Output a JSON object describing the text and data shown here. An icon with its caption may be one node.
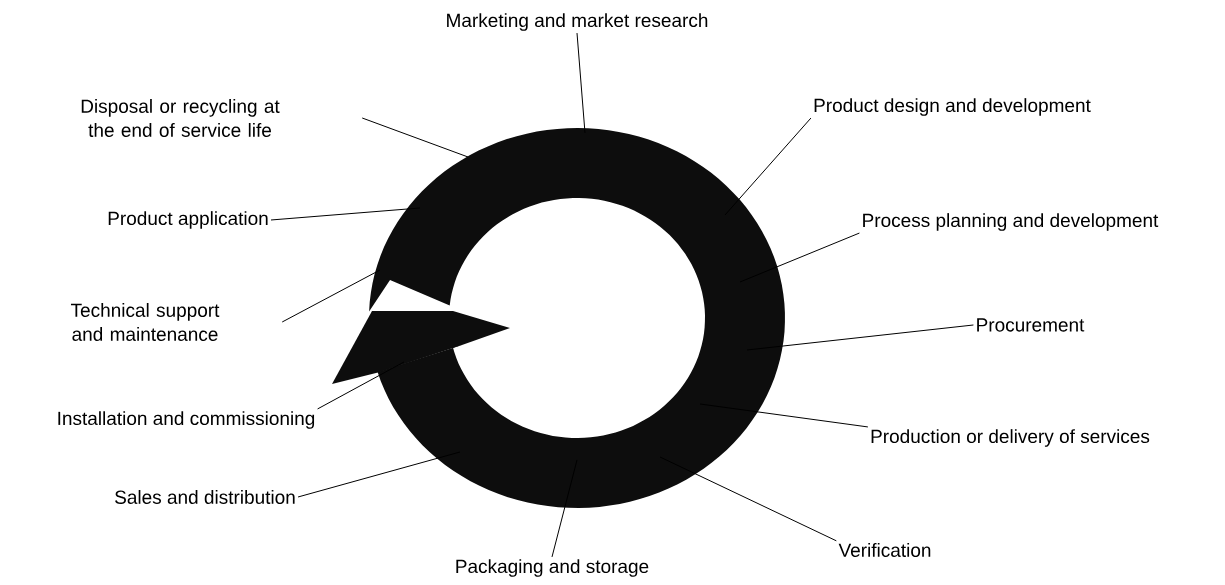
{
  "diagram": {
    "nodes": [
      {
        "text": [
          "Marketing and market research"
        ]
      },
      {
        "text": [
          "Product design and development"
        ]
      },
      {
        "text": [
          "Process planning and development"
        ]
      },
      {
        "text": [
          "Procurement"
        ]
      },
      {
        "text": [
          "Production or delivery of services"
        ]
      },
      {
        "text": [
          "Verification"
        ]
      },
      {
        "text": [
          "Packaging and storage"
        ]
      },
      {
        "text": [
          "Sales and distribution"
        ]
      },
      {
        "text": [
          "Installation and commissioning"
        ]
      },
      {
        "text": [
          "Technical support and maintenance"
        ]
      },
      {
        "text": [
          "Product application"
        ]
      },
      {
        "text": [
          "Disposal or recycling at the end of service life"
        ]
      },
      {
        "text": [],
        "shape": "picture"
      }
    ],
    "edges": [
      {
        "from": 0,
        "to": 12,
        "arrow": "none"
      },
      {
        "from": 1,
        "to": 12,
        "arrow": "none"
      },
      {
        "from": 2,
        "to": 12,
        "arrow": "none"
      },
      {
        "from": 3,
        "to": 12,
        "arrow": "none"
      },
      {
        "from": 4,
        "to": 12,
        "arrow": "none"
      },
      {
        "from": 5,
        "to": 12,
        "arrow": "none"
      },
      {
        "from": 6,
        "to": 12,
        "arrow": "none"
      },
      {
        "from": 7,
        "to": 12,
        "arrow": "none"
      },
      {
        "from": 8,
        "to": 12,
        "arrow": "none"
      },
      {
        "from": 9,
        "to": 12,
        "arrow": "none"
      },
      {
        "from": 10,
        "to": 12,
        "arrow": "none"
      },
      {
        "from": 11,
        "to": 12,
        "arrow": "none"
      }
    ]
  }
}
